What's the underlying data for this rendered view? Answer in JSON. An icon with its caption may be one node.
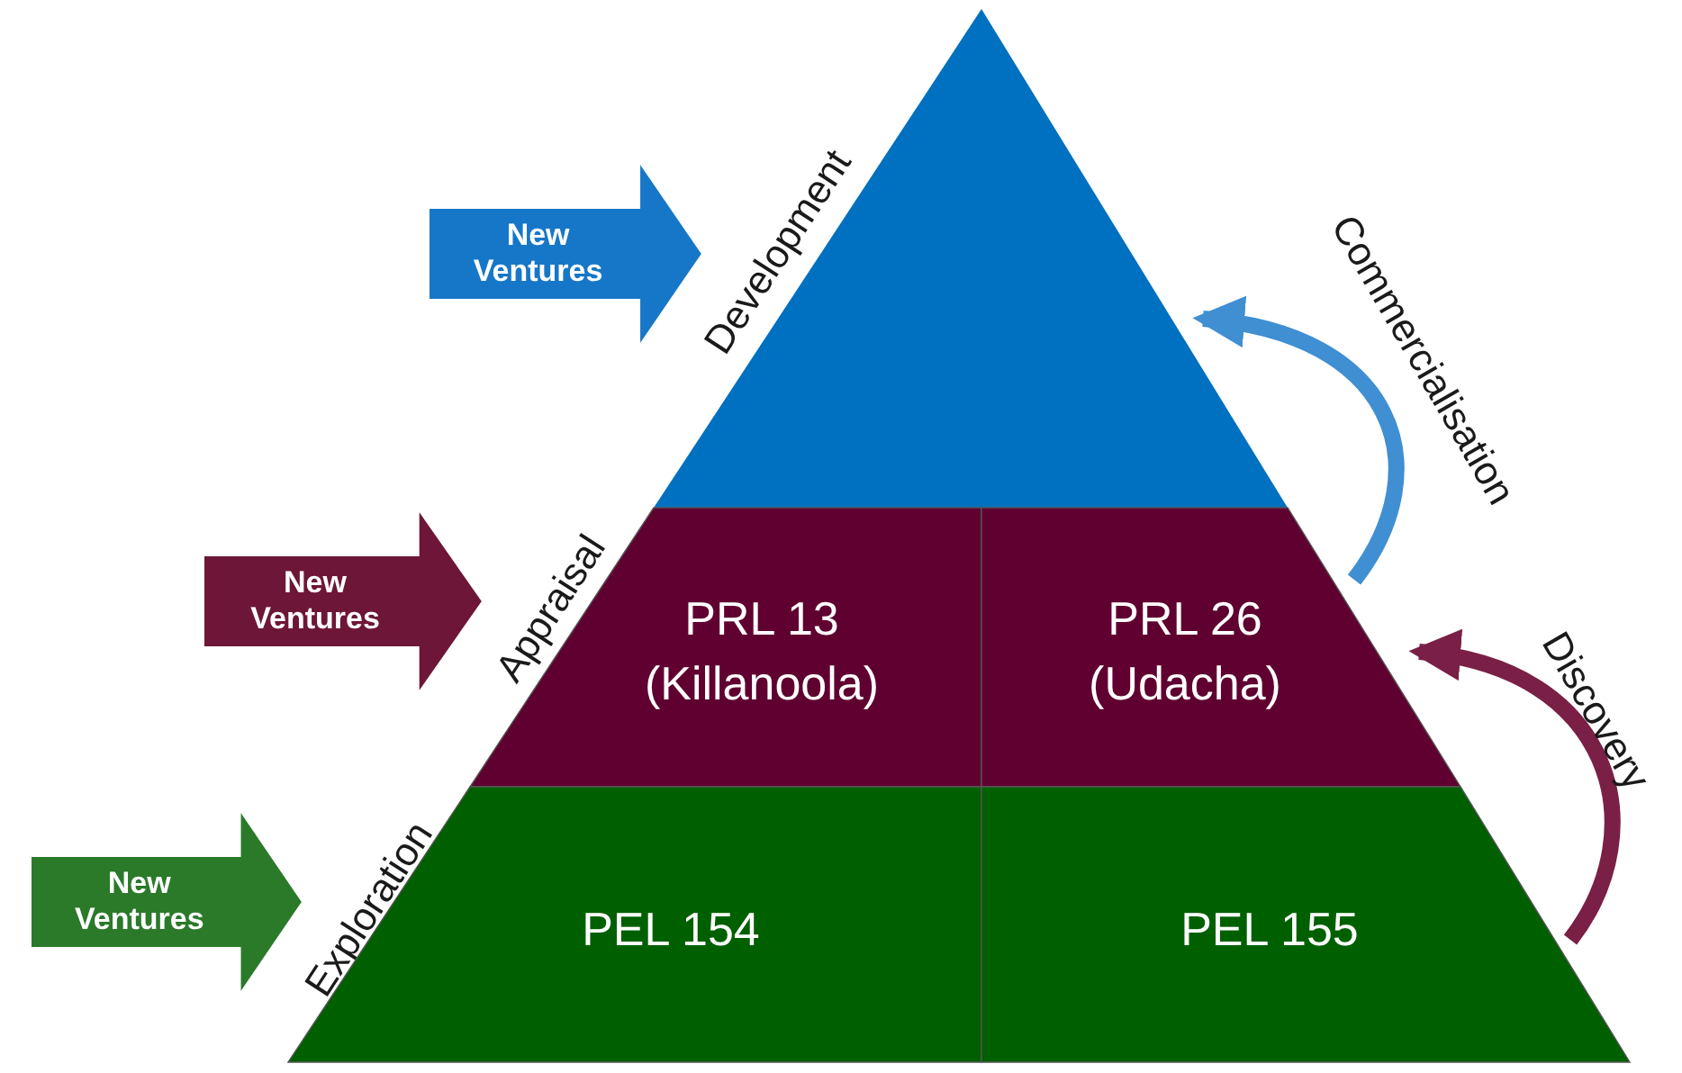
{
  "diagram": {
    "nodes": [
      {
        "text": [
          "Development"
        ]
      },
      {
        "text": [
          "Appraisal"
        ]
      },
      {
        "text": [
          "PRL 13 (Killanoola)"
        ],
        "in": 1
      },
      {
        "text": [
          "PRL 26 (Udacha)"
        ],
        "in": 1
      },
      {
        "text": [
          "Exploration"
        ]
      },
      {
        "text": [
          "PEL 154"
        ],
        "in": 4
      },
      {
        "text": [
          "PEL 155"
        ],
        "in": 4
      },
      {
        "text": [
          "New Ventures"
        ]
      },
      {
        "text": [
          "New Ventures"
        ]
      },
      {
        "text": [
          "New Ventures"
        ]
      }
    ],
    "edges": [
      {
        "from": 3,
        "to": 0,
        "arrow": "to",
        "label": "Commercialisation",
        "color": "#3f8fd2"
      },
      {
        "from": 6,
        "to": 3,
        "arrow": "to",
        "label": "Discovery",
        "color": "#7a1f45"
      }
    ]
  }
}
